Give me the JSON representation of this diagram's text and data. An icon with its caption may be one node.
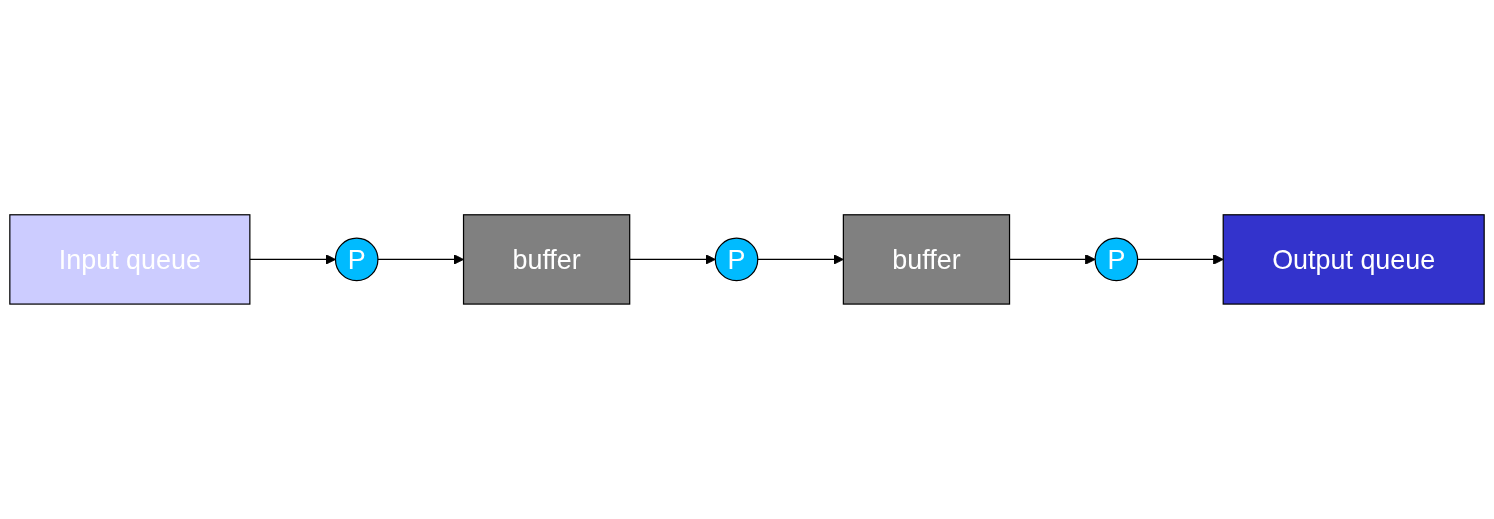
{
  "diagram": {
    "nodes": [
      {
        "text": [
          "Input queue"
        ]
      },
      {
        "text": [
          "P"
        ]
      },
      {
        "text": [
          "buffer"
        ]
      },
      {
        "text": [
          "P"
        ]
      },
      {
        "text": [
          "buffer"
        ]
      },
      {
        "text": [
          "P"
        ]
      },
      {
        "text": [
          "Output queue"
        ]
      }
    ],
    "edges": [
      {
        "from": 0,
        "to": 1,
        "arrow": "to"
      },
      {
        "from": 1,
        "to": 2,
        "arrow": "to"
      },
      {
        "from": 2,
        "to": 3,
        "arrow": "to"
      },
      {
        "from": 3,
        "to": 4,
        "arrow": "to"
      },
      {
        "from": 4,
        "to": 5,
        "arrow": "to"
      },
      {
        "from": 5,
        "to": 6,
        "arrow": "to"
      }
    ]
  }
}
